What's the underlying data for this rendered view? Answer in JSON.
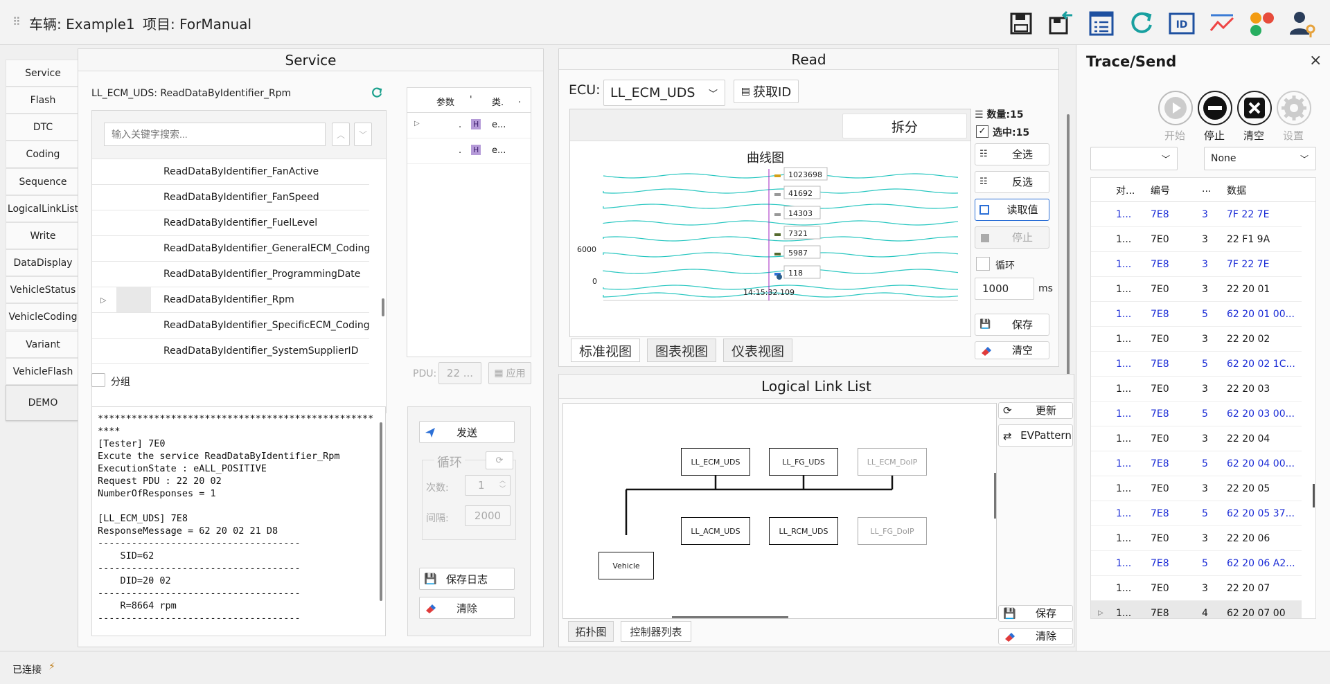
{
  "topbar": {
    "vehicle_label": "车辆:",
    "vehicle": "Example1",
    "project_label": "项目:",
    "project": "ForManual",
    "icons": [
      "save-icon",
      "import-icon",
      "list-icon",
      "refresh-icon",
      "id-icon",
      "chart-icon",
      "palette-icon",
      "user-key-icon"
    ]
  },
  "nav": [
    "Service",
    "Flash",
    "DTC",
    "Coding",
    "Sequence",
    "LogicalLinkList",
    "Write",
    "DataDisplay",
    "VehicleStatus",
    "VehicleCoding",
    "Variant",
    "VehicleFlash",
    "DEMO"
  ],
  "service": {
    "title": "Service",
    "selected": "LL_ECM_UDS: ReadDataByIdentifier_Rpm",
    "search_placeholder": "输入关键字搜索...",
    "items": [
      "ReadDataByIdentifier_FanActive",
      "ReadDataByIdentifier_FanSpeed",
      "ReadDataByIdentifier_FuelLevel",
      "ReadDataByIdentifier_GeneralECM_Coding",
      "ReadDataByIdentifier_ProgrammingDate",
      "ReadDataByIdentifier_Rpm",
      "ReadDataByIdentifier_SpecificECM_Coding",
      "ReadDataByIdentifier_SystemSupplierID"
    ],
    "param_headers": [
      "参数",
      "'",
      "类.",
      "."
    ],
    "param_rows": [
      {
        "a": ".",
        "h": "H",
        "e": "e..."
      },
      {
        "a": ".",
        "h": "H",
        "e": "e..."
      }
    ],
    "group_label": "分组",
    "pdu_label": "PDU:",
    "pdu_value": "22 ...",
    "apply": "应用",
    "send": "发送",
    "loop": "循环",
    "count_label": "次数:",
    "count_value": "1",
    "interval_label": "间隔:",
    "interval_value": "2000",
    "save_log": "保存日志",
    "clear": "清除",
    "log": "*************************************************\n****\n[Tester] 7E0\nExcute the service ReadDataByIdentifier_Rpm\nExecutionState : eALL_POSITIVE\nRequest PDU : 22 20 02\nNumberOfResponses = 1\n\n[LL_ECM_UDS] 7E8\nResponseMessage = 62 20 02 21 D8\n------------------------------------\n    SID=62\n------------------------------------\n    DID=20 02\n------------------------------------\n    R=8664 rpm\n------------------------------------"
  },
  "read": {
    "title": "Read",
    "ecu_label": "ECU:",
    "ecu": "LL_ECM_UDS",
    "get_id": "获取ID",
    "split": "拆分",
    "chart_title": "曲线图",
    "count": "数量:15",
    "selected": "选中:15",
    "select_all": "全选",
    "invert": "反选",
    "read_value": "读取值",
    "stop": "停止",
    "loop": "循环",
    "interval": "1000",
    "unit": "ms",
    "save": "保存",
    "clear": "清空",
    "tabs": [
      "标准视图",
      "图表视图",
      "仪表视图"
    ]
  },
  "chart_data": {
    "type": "line",
    "title": "曲线图",
    "ylabel": "",
    "xlabel": "",
    "yticks": [
      "6000",
      "0"
    ],
    "cursor_time": "14:15:32.109",
    "cursor_values": [
      "1023698",
      "41692",
      "14303",
      "7321",
      "5987",
      "118"
    ]
  },
  "link": {
    "title": "Logical Link List",
    "update": "更新",
    "evpattern": "EVPattern",
    "save": "保存",
    "clear": "清除",
    "tabs": [
      "拓扑图",
      "控制器列表"
    ],
    "nodes": {
      "ecm": "LL_ECM_UDS",
      "fg": "LL_FG_UDS",
      "ecm_doip": "LL_ECM_DoIP",
      "acm": "LL_ACM_UDS",
      "rcm": "LL_RCM_UDS",
      "fg_doip": "LL_FG_DoIP",
      "vehicle": "Vehicle"
    }
  },
  "trace": {
    "title": "Trace/Send",
    "start": "开始",
    "stop": "停止",
    "clear": "清空",
    "settings": "设置",
    "filter": "None",
    "headers": [
      "对...",
      "编号",
      "...",
      "数据"
    ],
    "rows": [
      {
        "t": "1...",
        "id": "7E8",
        "n": "3",
        "d": "7F 22 7E",
        "blue": true
      },
      {
        "t": "1...",
        "id": "7E0",
        "n": "3",
        "d": "22 F1 9A",
        "blue": false
      },
      {
        "t": "1...",
        "id": "7E8",
        "n": "3",
        "d": "7F 22 7E",
        "blue": true
      },
      {
        "t": "1...",
        "id": "7E0",
        "n": "3",
        "d": "22 20 01",
        "blue": false
      },
      {
        "t": "1...",
        "id": "7E8",
        "n": "5",
        "d": "62 20 01 00...",
        "blue": true
      },
      {
        "t": "1...",
        "id": "7E0",
        "n": "3",
        "d": "22 20 02",
        "blue": false
      },
      {
        "t": "1...",
        "id": "7E8",
        "n": "5",
        "d": "62 20 02 1C...",
        "blue": true
      },
      {
        "t": "1...",
        "id": "7E0",
        "n": "3",
        "d": "22 20 03",
        "blue": false
      },
      {
        "t": "1...",
        "id": "7E8",
        "n": "5",
        "d": "62 20 03 00...",
        "blue": true
      },
      {
        "t": "1...",
        "id": "7E0",
        "n": "3",
        "d": "22 20 04",
        "blue": false
      },
      {
        "t": "1...",
        "id": "7E8",
        "n": "5",
        "d": "62 20 04 00...",
        "blue": true
      },
      {
        "t": "1...",
        "id": "7E0",
        "n": "3",
        "d": "22 20 05",
        "blue": false
      },
      {
        "t": "1...",
        "id": "7E8",
        "n": "5",
        "d": "62 20 05 37...",
        "blue": true
      },
      {
        "t": "1...",
        "id": "7E0",
        "n": "3",
        "d": "22 20 06",
        "blue": false
      },
      {
        "t": "1...",
        "id": "7E8",
        "n": "5",
        "d": "62 20 06 A2...",
        "blue": true
      },
      {
        "t": "1...",
        "id": "7E0",
        "n": "3",
        "d": "22 20 07",
        "blue": false
      },
      {
        "t": "1...",
        "id": "7E8",
        "n": "4",
        "d": "62 20 07 00",
        "blue": false
      }
    ]
  },
  "status": {
    "text": "已连接"
  }
}
